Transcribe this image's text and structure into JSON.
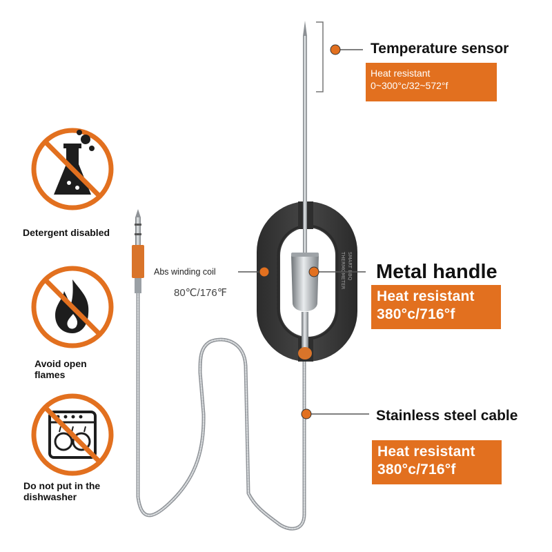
{
  "colors": {
    "accent": "#e2701f",
    "handle": "#3a3a3a",
    "steel": "#b9bdc1"
  },
  "temperature_sensor": {
    "title": "Temperature sensor",
    "lines": [
      "Heat resistant",
      "0~300°c/32~572°f"
    ]
  },
  "metal_handle": {
    "title": "Metal handle",
    "lines": [
      "Heat resistant",
      "380°c/716°f"
    ]
  },
  "stainless_cable": {
    "title": "Stainless steel cable",
    "lines": [
      "Heat resistant",
      "380°c/716°f"
    ]
  },
  "abs_coil": {
    "label": "Abs winding coil",
    "temp": "80℃/176℉"
  },
  "warnings": [
    {
      "icon": "no-detergent-icon",
      "lines": [
        "Detergent disabled"
      ]
    },
    {
      "icon": "no-open-flame-icon",
      "lines": [
        "Avoid open",
        "flames"
      ]
    },
    {
      "icon": "no-dishwasher-icon",
      "lines": [
        "Do not put in the",
        "dishwasher"
      ]
    }
  ]
}
